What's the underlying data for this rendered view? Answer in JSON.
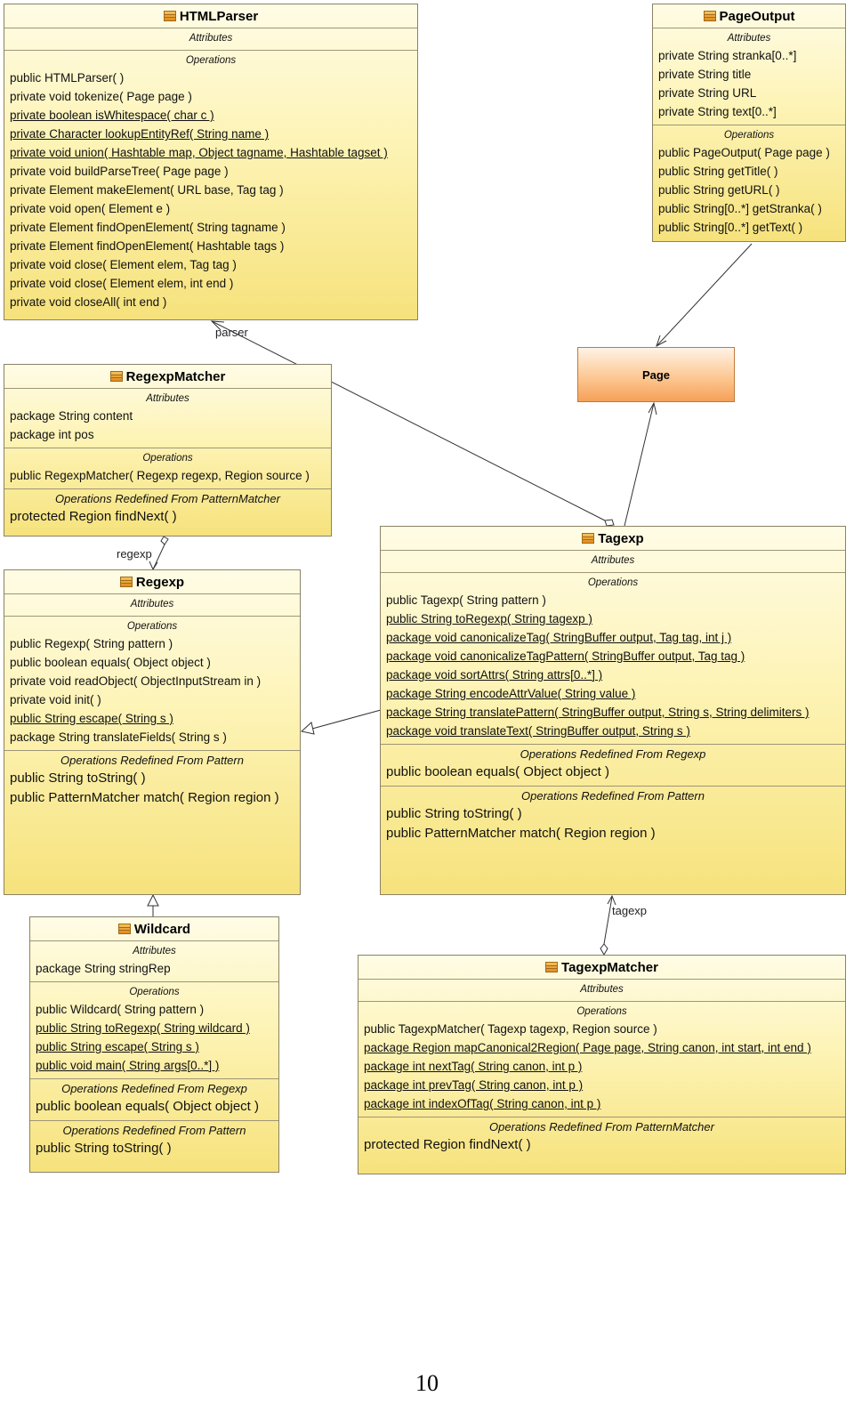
{
  "classes": {
    "htmlparser": {
      "name": "HTMLParser",
      "attributes_title": "Attributes",
      "attributes": [],
      "operations_title": "Operations",
      "operations": [
        {
          "text": "public HTMLParser(  )",
          "static": false
        },
        {
          "text": "private void  tokenize( Page page )",
          "static": false
        },
        {
          "text": "private boolean  isWhitespace( char c )",
          "static": true
        },
        {
          "text": "private Character  lookupEntityRef( String name )",
          "static": true
        },
        {
          "text": "private void  union( Hashtable map, Object tagname, Hashtable tagset )",
          "static": true
        },
        {
          "text": "private void  buildParseTree( Page page )",
          "static": false
        },
        {
          "text": "private Element  makeElement( URL base, Tag tag )",
          "static": false
        },
        {
          "text": "private void  open( Element e )",
          "static": false
        },
        {
          "text": "private Element  findOpenElement( String tagname )",
          "static": false
        },
        {
          "text": "private Element  findOpenElement( Hashtable tags )",
          "static": false
        },
        {
          "text": "private void  close( Element elem, Tag tag )",
          "static": false
        },
        {
          "text": "private void  close( Element elem, int end )",
          "static": false
        },
        {
          "text": "private void  closeAll( int end )",
          "static": false
        }
      ]
    },
    "pageoutput": {
      "name": "PageOutput",
      "attributes_title": "Attributes",
      "attributes": [
        {
          "text": "private String stranka[0..*]",
          "static": false
        },
        {
          "text": "private String title",
          "static": false
        },
        {
          "text": "private String URL",
          "static": false
        },
        {
          "text": "private String text[0..*]",
          "static": false
        }
      ],
      "operations_title": "Operations",
      "operations": [
        {
          "text": "public PageOutput( Page page )",
          "static": false
        },
        {
          "text": "public String  getTitle(  )",
          "static": false
        },
        {
          "text": "public String  getURL(  )",
          "static": false
        },
        {
          "text": "public String[0..*]  getStranka(  )",
          "static": false
        },
        {
          "text": "public String[0..*]  getText(  )",
          "static": false
        }
      ]
    },
    "regexpmatcher": {
      "name": "RegexpMatcher",
      "attributes_title": "Attributes",
      "attributes": [
        {
          "text": "package String content",
          "static": false
        },
        {
          "text": "package int pos",
          "static": false
        }
      ],
      "operations_title": "Operations",
      "operations": [
        {
          "text": "public RegexpMatcher( Regexp regexp, Region source )",
          "static": false
        }
      ],
      "redefined": [
        {
          "title": "Operations Redefined From PatternMatcher",
          "operations": [
            {
              "text": "protected Region  findNext(  )",
              "static": false
            }
          ]
        }
      ]
    },
    "regexp": {
      "name": "Regexp",
      "attributes_title": "Attributes",
      "attributes": [],
      "operations_title": "Operations",
      "operations": [
        {
          "text": "public Regexp( String pattern )",
          "static": false
        },
        {
          "text": "public boolean  equals( Object object )",
          "static": false
        },
        {
          "text": "private void  readObject( ObjectInputStream in )",
          "static": false
        },
        {
          "text": "private void  init(  )",
          "static": false
        },
        {
          "text": "public String  escape( String s )",
          "static": true
        },
        {
          "text": "package String  translateFields( String s )",
          "static": false
        }
      ],
      "redefined": [
        {
          "title": "Operations Redefined From Pattern",
          "operations": [
            {
              "text": "public String  toString(  )",
              "static": false
            },
            {
              "text": "public PatternMatcher  match( Region region )",
              "static": false
            }
          ]
        }
      ]
    },
    "tagexp": {
      "name": "Tagexp",
      "attributes_title": "Attributes",
      "attributes": [],
      "operations_title": "Operations",
      "operations": [
        {
          "text": "public Tagexp( String pattern )",
          "static": false
        },
        {
          "text": "public String  toRegexp( String tagexp )",
          "static": true
        },
        {
          "text": "package void  canonicalizeTag( StringBuffer output, Tag tag, int j )",
          "static": true
        },
        {
          "text": "package void  canonicalizeTagPattern( StringBuffer output, Tag tag )",
          "static": true
        },
        {
          "text": "package void  sortAttrs( String attrs[0..*] )",
          "static": true
        },
        {
          "text": "package String  encodeAttrValue( String value )",
          "static": true
        },
        {
          "text": "package String  translatePattern( StringBuffer output, String s, String delimiters )",
          "static": true
        },
        {
          "text": "package void  translateText( StringBuffer output, String s )",
          "static": true
        }
      ],
      "redefined": [
        {
          "title": "Operations Redefined From Regexp",
          "operations": [
            {
              "text": "public boolean  equals( Object object )",
              "static": false
            }
          ]
        },
        {
          "title": "Operations Redefined From Pattern",
          "operations": [
            {
              "text": "public String  toString(  )",
              "static": false
            },
            {
              "text": "public PatternMatcher  match( Region region )",
              "static": false
            }
          ]
        }
      ]
    },
    "wildcard": {
      "name": "Wildcard",
      "attributes_title": "Attributes",
      "attributes": [
        {
          "text": "package String stringRep",
          "static": false
        }
      ],
      "operations_title": "Operations",
      "operations": [
        {
          "text": "public Wildcard( String pattern )",
          "static": false
        },
        {
          "text": "public String  toRegexp( String wildcard )",
          "static": true
        },
        {
          "text": "public String  escape( String s )",
          "static": true
        },
        {
          "text": "public void  main( String args[0..*] )",
          "static": true
        }
      ],
      "redefined": [
        {
          "title": "Operations Redefined From Regexp",
          "operations": [
            {
              "text": "public boolean  equals( Object object )",
              "static": false
            }
          ]
        },
        {
          "title": "Operations Redefined From Pattern",
          "operations": [
            {
              "text": "public String  toString(  )",
              "static": false
            }
          ]
        }
      ]
    },
    "tagexpmatcher": {
      "name": "TagexpMatcher",
      "attributes_title": "Attributes",
      "attributes": [],
      "operations_title": "Operations",
      "operations": [
        {
          "text": "public TagexpMatcher( Tagexp tagexp, Region source )",
          "static": false
        },
        {
          "text": "package Region  mapCanonical2Region( Page page, String canon, int start, int end )",
          "static": true
        },
        {
          "text": "package int  nextTag( String canon, int p )",
          "static": true
        },
        {
          "text": "package int  prevTag( String canon, int p )",
          "static": true
        },
        {
          "text": "package int  indexOfTag( String canon, int p )",
          "static": true
        }
      ],
      "redefined": [
        {
          "title": "Operations Redefined From PatternMatcher",
          "operations": [
            {
              "text": "protected Region  findNext(  )",
              "static": false
            }
          ]
        }
      ]
    }
  },
  "page_class": {
    "name": "Page"
  },
  "association_labels": {
    "parser": "parser",
    "regexp": "regexp",
    "tagexp": "tagexp"
  },
  "page_number": "10"
}
